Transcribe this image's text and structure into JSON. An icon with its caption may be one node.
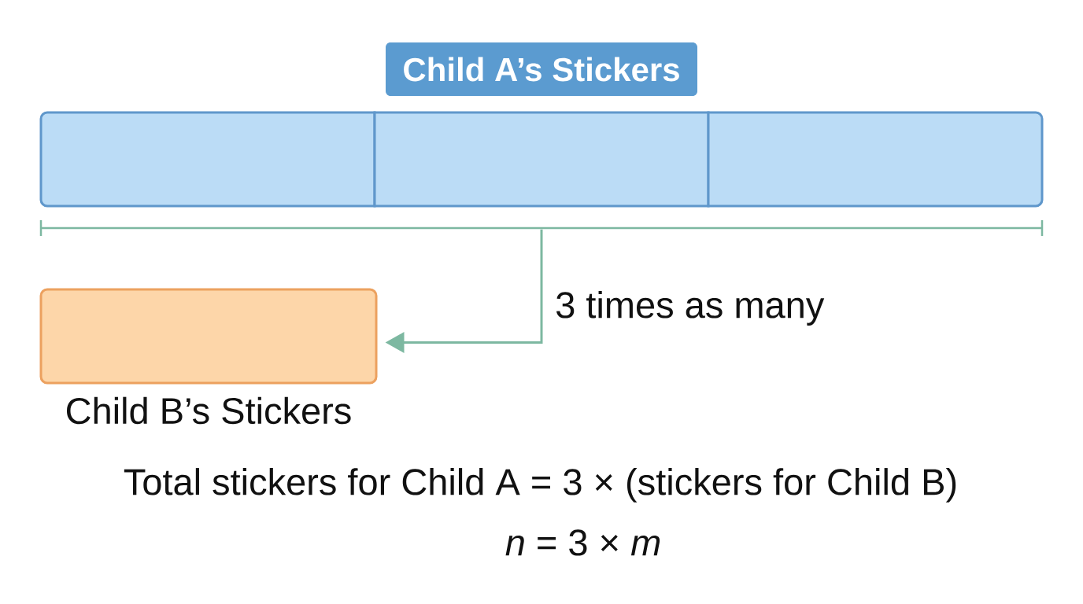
{
  "diagram": {
    "nodes": [
      {
        "text": [
          "Child A’s Stickers"
        ]
      },
      {
        "text": [],
        "shape": "box"
      },
      {
        "text": [],
        "shape": "box"
      },
      {
        "text": [],
        "shape": "box"
      },
      {
        "text": [],
        "shape": "bracket"
      },
      {
        "text": [
          "Child B’s Stickers"
        ]
      }
    ],
    "edges": [
      {
        "from": 4,
        "to": 5,
        "arrow": "to",
        "label": "3 times as many"
      }
    ],
    "labels": [
      "Total stickers for Child A = 3 × (stickers for Child B)",
      "*n* = 3 × *m*"
    ]
  }
}
